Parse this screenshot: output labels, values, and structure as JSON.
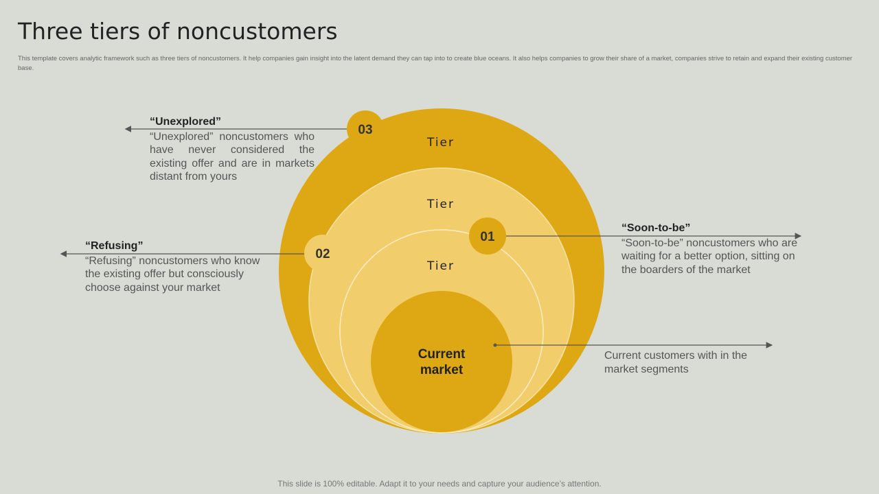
{
  "slide": {
    "title": "Three tiers of noncustomers",
    "subtitle": "This template covers analytic framework such as three tiers of noncustomers. It help companies gain insight into the latent demand they can tap into to create blue oceans. It also helps companies to grow their share of a market,  companies strive to retain and expand their existing customer base.",
    "footer": "This slide is 100% editable. Adapt it to your needs and capture your audience’s attention."
  },
  "diagram": {
    "tiers": [
      {
        "label": "Tier",
        "badge": "03",
        "color": "#dea814"
      },
      {
        "label": "Tier",
        "badge": "02",
        "color": "#f2cd6c"
      },
      {
        "label": "Tier",
        "badge": "01",
        "color": "#f2cd6c"
      }
    ],
    "center": {
      "line1": "Current",
      "line2": "market",
      "color": "#dea814"
    },
    "badge_color": "#dea814"
  },
  "callouts": {
    "unexplored": {
      "title": "“Unexplored”",
      "text": "“Unexplored” noncustomers who have never considered the existing offer and are in markets distant from yours"
    },
    "refusing": {
      "title": "“Refusing”",
      "text": "“Refusing” noncustomers who know the existing offer but consciously choose against your market"
    },
    "soon_to_be": {
      "title": "“Soon-to-be”",
      "text": "“Soon-to-be” noncustomers who are waiting for a better option, sitting on the boarders of the market"
    },
    "current": {
      "text": "Current customers with in the market segments"
    }
  }
}
